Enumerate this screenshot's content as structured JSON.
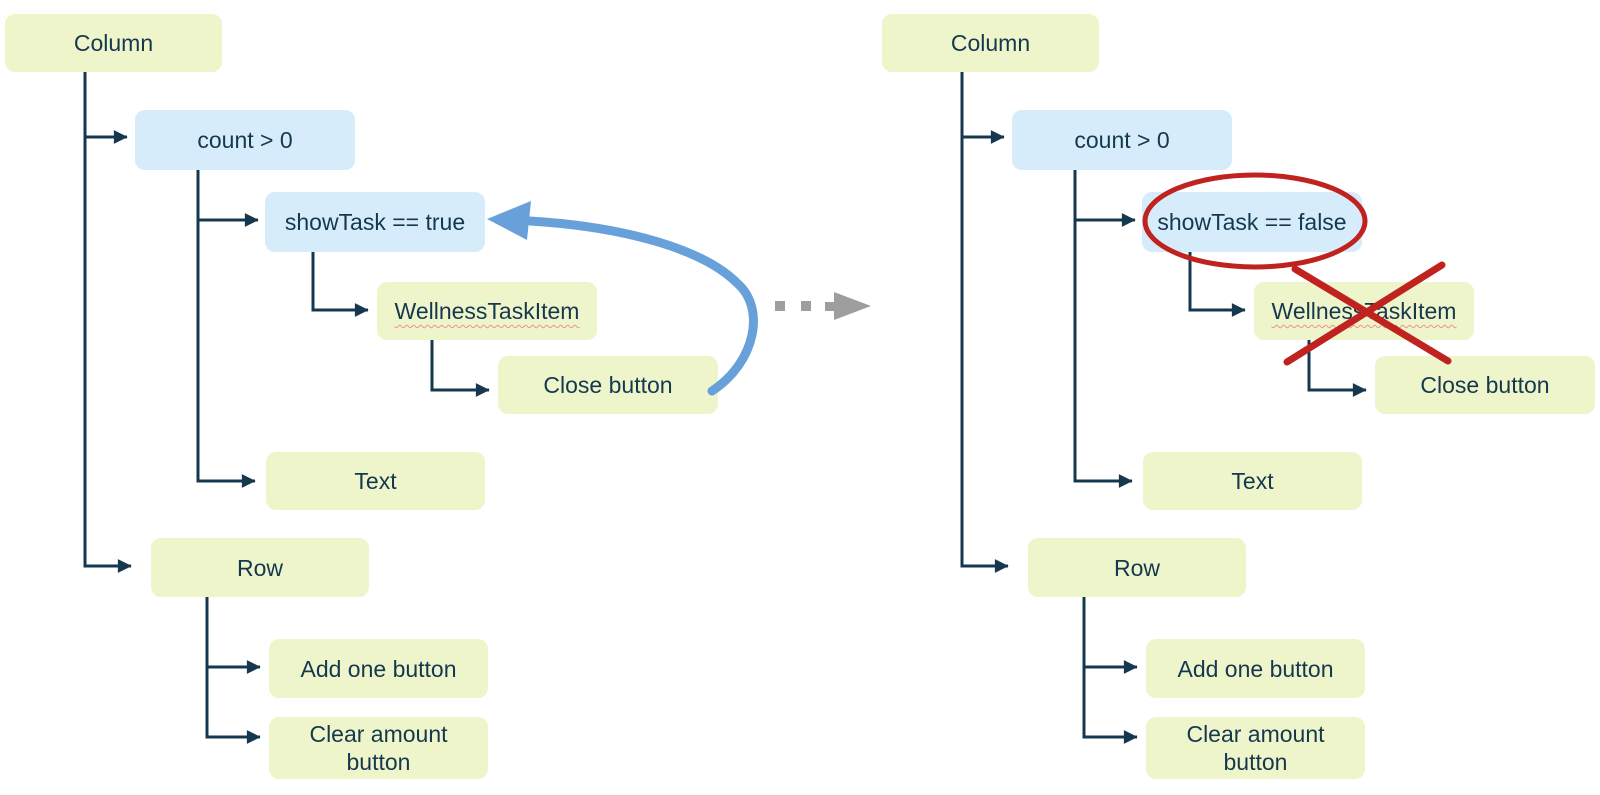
{
  "left_tree": {
    "column": "Column",
    "count_condition": "count > 0",
    "show_task_condition": "showTask == true",
    "wellness_task_item": "WellnessTaskItem",
    "close_button": "Close button",
    "text": "Text",
    "row": "Row",
    "add_one_button": "Add one button",
    "clear_amount_button": "Clear amount button"
  },
  "right_tree": {
    "column": "Column",
    "count_condition": "count > 0",
    "show_task_condition": "showTask == false",
    "wellness_task_item": "WellnessTaskItem",
    "close_button": "Close button",
    "text": "Text",
    "row": "Row",
    "add_one_button": "Add one button",
    "clear_amount_button": "Clear amount button"
  },
  "colors": {
    "widget_node_fill": "#eef5cb",
    "condition_node_fill": "#d6ecfa",
    "connector_stroke": "#16384f",
    "node_text": "#16384f",
    "loop_arrow_blue": "#68a1da",
    "transition_arrow_gray": "#9e9e9e",
    "annotation_red": "#c0231f",
    "spellcheck_wavy_red": "#e8948c"
  }
}
